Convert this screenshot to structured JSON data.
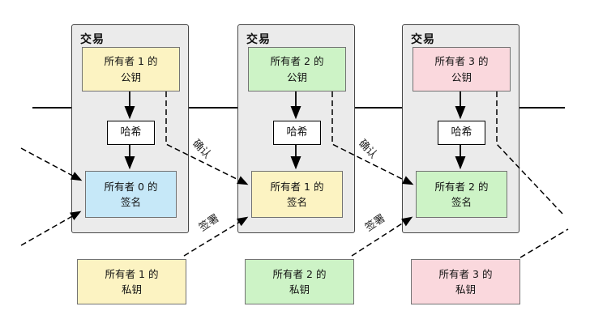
{
  "labels": {
    "verify": "确认",
    "sign": "签署"
  },
  "transactions": [
    {
      "title": "交易",
      "public_key": {
        "line1": "所有者 1 的",
        "line2": "公钥",
        "color": "#fcf3c2"
      },
      "hash_label": "哈希",
      "signature": {
        "line1": "所有者 0 的",
        "line2": "签名",
        "color": "#c6e8f8"
      }
    },
    {
      "title": "交易",
      "public_key": {
        "line1": "所有者 2 的",
        "line2": "公钥",
        "color": "#cdf3c6"
      },
      "hash_label": "哈希",
      "signature": {
        "line1": "所有者 1 的",
        "line2": "签名",
        "color": "#fcf3c2"
      }
    },
    {
      "title": "交易",
      "public_key": {
        "line1": "所有者 3 的",
        "line2": "公钥",
        "color": "#fad8dd"
      },
      "hash_label": "哈希",
      "signature": {
        "line1": "所有者 2 的",
        "line2": "签名",
        "color": "#cdf3c6"
      }
    }
  ],
  "private_keys": [
    {
      "line1": "所有者 1 的",
      "line2": "私钥",
      "color": "#fcf3c2"
    },
    {
      "line1": "所有者 2 的",
      "line2": "私钥",
      "color": "#cdf3c6"
    },
    {
      "line1": "所有者 3 的",
      "line2": "私钥",
      "color": "#fad8dd"
    }
  ]
}
